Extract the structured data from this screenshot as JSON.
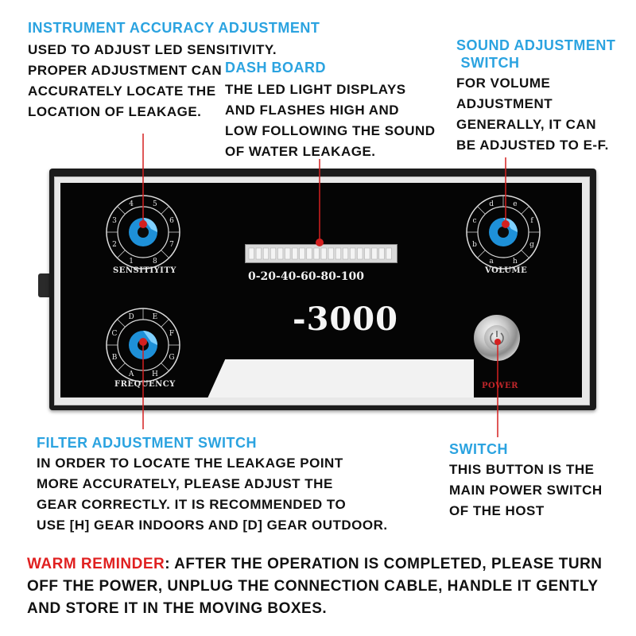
{
  "annotations": {
    "sensitivity": {
      "title": "INSTRUMENT ACCURACY ADJUSTMENT",
      "lines": [
        "USED TO ADJUST LED SENSITIVITY.",
        "PROPER ADJUSTMENT CAN",
        "ACCURATELY LOCATE THE",
        "LOCATION OF LEAKAGE."
      ]
    },
    "dashboard": {
      "title": "DASH BOARD",
      "lines": [
        "THE LED LIGHT DISPLAYS",
        "AND  FLASHES HIGH AND",
        "LOW FOLLOWING THE SOUND",
        "OF WATER LEAKAGE."
      ]
    },
    "sound": {
      "title_lines": [
        "SOUND ADJUSTMENT",
        " SWITCH"
      ],
      "lines": [
        "FOR VOLUME",
        "ADJUSTMENT",
        "GENERALLY, IT CAN",
        "BE ADJUSTED TO E-F."
      ]
    },
    "filter": {
      "title": "FILTER ADJUSTMENT SWITCH",
      "lines": [
        "IN ORDER TO LOCATE THE LEAKAGE POINT",
        "MORE ACCURATELY, PLEASE ADJUST THE",
        "GEAR CORRECTLY. IT IS RECOMMENDED TO",
        "USE [H] GEAR INDOORS AND [D] GEAR OUTDOOR."
      ]
    },
    "switch": {
      "title": "SWITCH",
      "lines": [
        "THIS BUTTON IS THE",
        "MAIN POWER SWITCH",
        "OF THE HOST"
      ]
    }
  },
  "reminder": {
    "label": "WARM REMINDER",
    "text": ": AFTER THE OPERATION IS COMPLETED, PLEASE TURN OFF THE POWER, UNPLUG THE CONNECTION CABLE, HANDLE IT GENTLY AND STORE IT IN THE MOVING BOXES."
  },
  "device": {
    "sensitivity_label": "SENSITIYITY",
    "sensitivity_marks": [
      "1",
      "2",
      "3",
      "4",
      "5",
      "6",
      "7",
      "8"
    ],
    "volume_label": "VOLUME",
    "volume_marks": [
      "a",
      "b",
      "c",
      "d",
      "e",
      "f",
      "g",
      "h"
    ],
    "frequency_label": "FREQUENCY",
    "frequency_marks": [
      "A",
      "B",
      "C",
      "D",
      "E",
      "F",
      "G",
      "H"
    ],
    "meter_scale": "0-20-40-60-80-100",
    "model": "-3000",
    "power_label": "POWER"
  },
  "colors": {
    "title_blue": "#2ba3e0",
    "warning_red": "#e02020",
    "leader_red": "#d42020",
    "knob_blue": "#1e90d8"
  }
}
